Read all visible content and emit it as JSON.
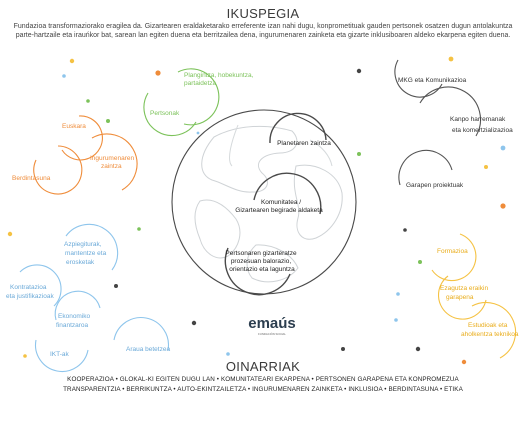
{
  "header": {
    "title": "IKUSPEGIA",
    "line1": "Fundazioa transformaziorako eragilea da. Gizartearen eraldaketarako erreferente izan nahi dugu, konprometituak gauden pertsonek osatzen dugun antolakuntza",
    "line2": "parte-hartzaile eta irauńkor bat, sarean lan egiten duena eta berritzailea dena, ingurumenaren zainketa eta gizarte inklusiboaren aldeko ekarpena egiten duena."
  },
  "center": {
    "items": [
      "Planetaren zaintza",
      "Komunitatea /",
      "Gizartearen begirade aldaketa",
      "Pertsonaren gizarteratze",
      "prozesuan balorazio,",
      "orientazio eta laguntza"
    ],
    "logo": "emaús",
    "logo_sub": "FUNDACIÓN SOCIAL"
  },
  "labels": {
    "plangintza": [
      "Plangintza, hobekuntza,",
      "partaidetza"
    ],
    "pertsonak": "Pertsonak",
    "euskara": "Euskara",
    "berdintasuna": "Berdintasuna",
    "ingurumena": [
      "Ingurumenaren",
      "zaintza"
    ],
    "mkg": "MKG eta Komunikazioa",
    "kanpo": [
      "Kanpo harremanak",
      "eta komertzializazioa"
    ],
    "garapen": "Garapen proiektuak",
    "azpiegiturak": [
      "Azpiegiturak,",
      "mantentze eta",
      "erosketak"
    ],
    "kontratazioa": [
      "Kontratazioa",
      "eta justifikazioak"
    ],
    "ekonomiko": [
      "Ekonomiko",
      "finantzaroa"
    ],
    "ikt": "IKT-ak",
    "araua": "Araua betetzea",
    "formazioa": "Formazioa",
    "ezagutza": [
      "Ezagutza eraikin",
      "garapena"
    ],
    "estudioak": [
      "Estudioak eta",
      "aholkentza teknikoa"
    ]
  },
  "footer": {
    "title": "OINARRIAK",
    "line1": "KOOPERAZIOA  •  GLOKAL-KI EGITEN DUGU LAN  •  KOMUNITATEARI EKARPENA  •  PERTSONEN GARAPENA ETA KONPROMEZUA",
    "line2": "TRANSPARENTZIA  •  BERRIKUNTZA  •  AUTO-EKINTZAILETZA  •  INGURUMENAREN ZAINKETA  •  INKLUSIOA  •  BERDINTASUNA  •  ETIKA"
  },
  "colors": {
    "green": "#7cc25a",
    "orange": "#ef8c3a",
    "blue": "#8ec5ec",
    "yellow": "#f5c243",
    "grey": "#4a4a4a",
    "dark": "#3a3a3a"
  }
}
